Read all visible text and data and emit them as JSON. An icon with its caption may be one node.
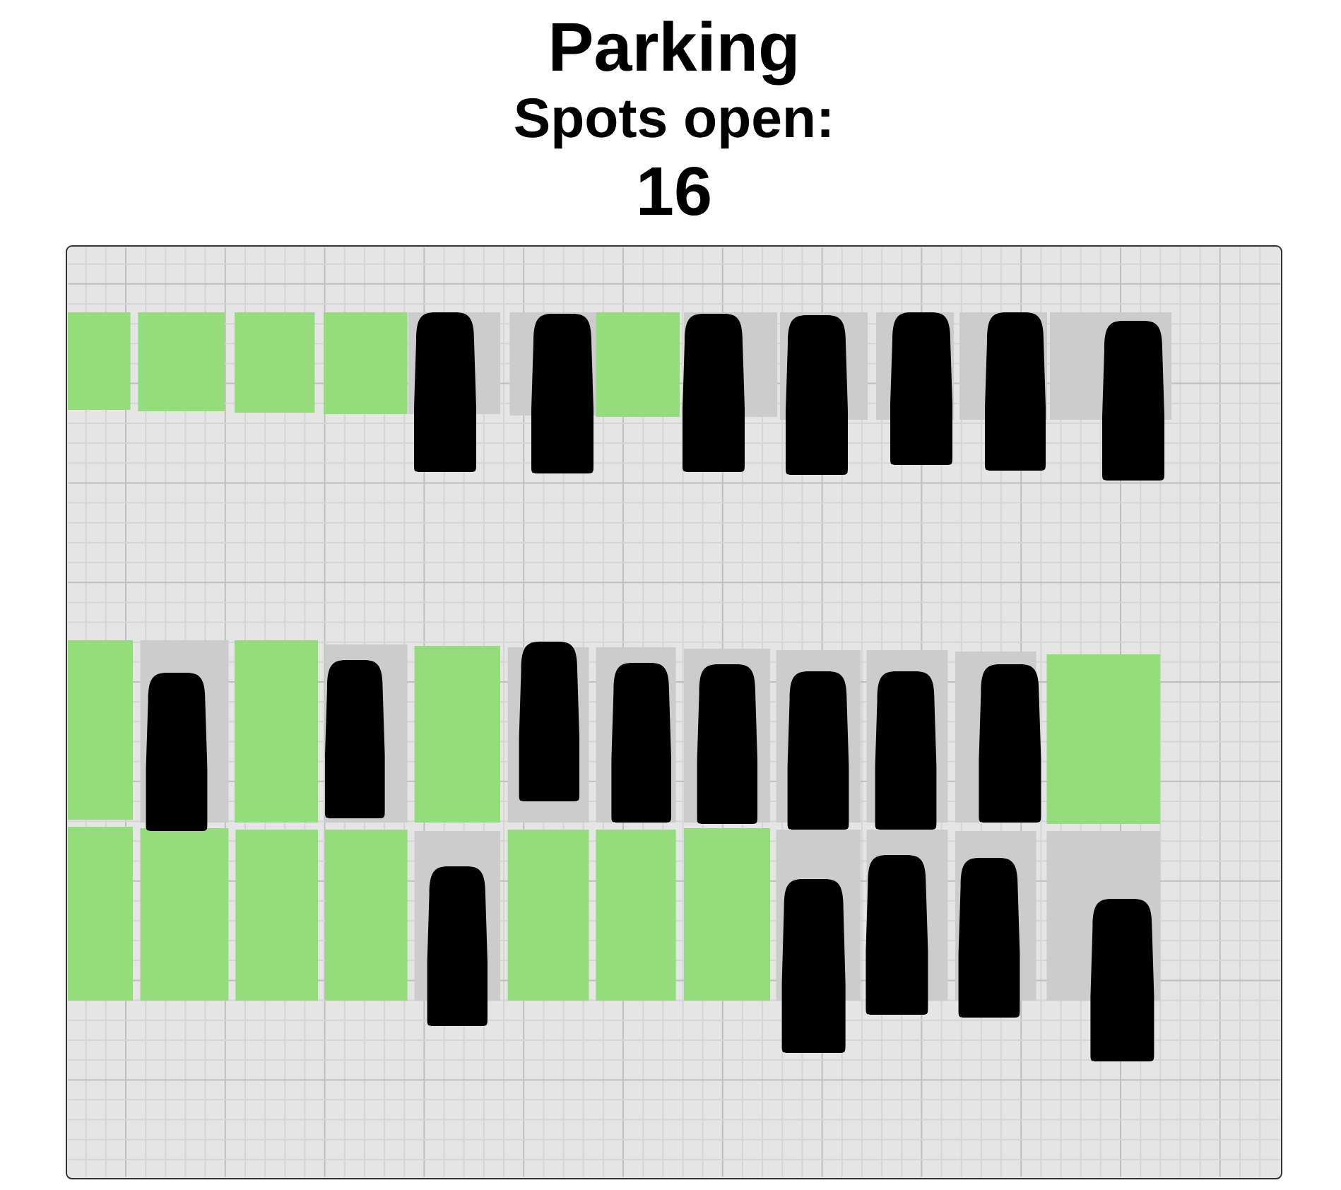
{
  "diagram": {
    "title": "Parking",
    "labels": [
      "Spots open:",
      "16"
    ],
    "nodes": [
      {
        "text": [],
        "shape": "box"
      },
      {
        "text": [],
        "shape": "box",
        "in": 0
      },
      {
        "text": [],
        "shape": "box",
        "in": 0
      },
      {
        "text": [],
        "shape": "box",
        "in": 0
      },
      {
        "text": [],
        "shape": "box",
        "in": 0
      },
      {
        "text": [],
        "shape": "box",
        "in": 0
      },
      {
        "text": [],
        "shape": "car",
        "in": 0
      },
      {
        "text": [],
        "shape": "box",
        "in": 0
      },
      {
        "text": [],
        "shape": "car",
        "in": 0
      },
      {
        "text": [],
        "shape": "box",
        "in": 0
      },
      {
        "text": [],
        "shape": "box",
        "in": 0
      },
      {
        "text": [],
        "shape": "car",
        "in": 0
      },
      {
        "text": [],
        "shape": "box",
        "in": 0
      },
      {
        "text": [],
        "shape": "car",
        "in": 0
      },
      {
        "text": [],
        "shape": "box",
        "in": 0
      },
      {
        "text": [],
        "shape": "car",
        "in": 0
      },
      {
        "text": [],
        "shape": "box",
        "in": 0
      },
      {
        "text": [],
        "shape": "car",
        "in": 0
      },
      {
        "text": [],
        "shape": "box",
        "in": 0
      },
      {
        "text": [],
        "shape": "car",
        "in": 0
      },
      {
        "text": [],
        "shape": "box",
        "in": 0
      },
      {
        "text": [],
        "shape": "box",
        "in": 0
      },
      {
        "text": [],
        "shape": "car",
        "in": 21
      },
      {
        "text": [],
        "shape": "box",
        "in": 0
      },
      {
        "text": [],
        "shape": "box",
        "in": 0
      },
      {
        "text": [],
        "shape": "car",
        "in": 24
      },
      {
        "text": [],
        "shape": "box",
        "in": 0
      },
      {
        "text": [],
        "shape": "box",
        "in": 0
      },
      {
        "text": [],
        "shape": "car",
        "in": 27
      },
      {
        "text": [],
        "shape": "box",
        "in": 0
      },
      {
        "text": [],
        "shape": "car",
        "in": 29
      },
      {
        "text": [],
        "shape": "box",
        "in": 0
      },
      {
        "text": [],
        "shape": "car",
        "in": 31
      },
      {
        "text": [],
        "shape": "box",
        "in": 0
      },
      {
        "text": [],
        "shape": "car",
        "in": 33
      },
      {
        "text": [],
        "shape": "box",
        "in": 0
      },
      {
        "text": [],
        "shape": "car",
        "in": 35
      },
      {
        "text": [],
        "shape": "box",
        "in": 0
      },
      {
        "text": [],
        "shape": "car",
        "in": 0
      },
      {
        "text": [],
        "shape": "box",
        "in": 0
      },
      {
        "text": [],
        "shape": "box",
        "in": 0
      },
      {
        "text": [],
        "shape": "box",
        "in": 0
      },
      {
        "text": [],
        "shape": "box",
        "in": 0
      },
      {
        "text": [],
        "shape": "box",
        "in": 0
      },
      {
        "text": [],
        "shape": "box",
        "in": 0
      },
      {
        "text": [],
        "shape": "car",
        "in": 0
      },
      {
        "text": [],
        "shape": "box",
        "in": 0
      },
      {
        "text": [],
        "shape": "box",
        "in": 0
      },
      {
        "text": [],
        "shape": "box",
        "in": 0
      },
      {
        "text": [],
        "shape": "box",
        "in": 0
      },
      {
        "text": [],
        "shape": "car",
        "in": 0
      },
      {
        "text": [],
        "shape": "box",
        "in": 0
      },
      {
        "text": [],
        "shape": "car",
        "in": 0
      },
      {
        "text": [],
        "shape": "box",
        "in": 0
      },
      {
        "text": [],
        "shape": "car",
        "in": 0
      },
      {
        "text": [],
        "shape": "box",
        "in": 0
      },
      {
        "text": [],
        "shape": "car",
        "in": 0
      }
    ]
  }
}
